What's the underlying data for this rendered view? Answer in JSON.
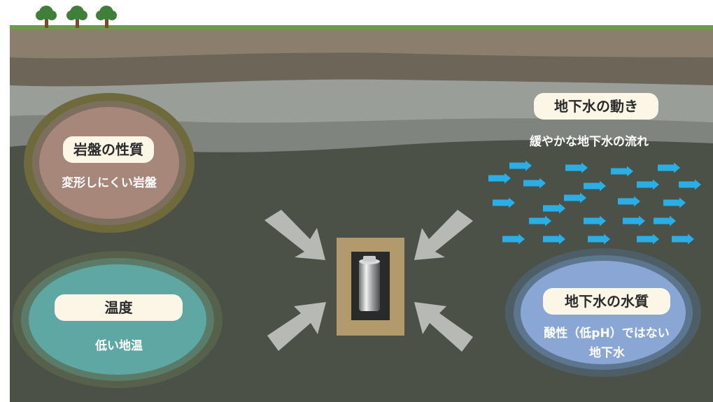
{
  "colors": {
    "grass": "#6f9a4a",
    "ground": "#4b5146",
    "rock_pill_bg": "#fbf6e6",
    "flow_arrow": "#29aee6",
    "pressure_arrow": "#b7b9b4",
    "repository": "#b39a6c"
  },
  "icons": [
    "tree-icon",
    "arrow-right-icon",
    "canister-icon"
  ],
  "rock": {
    "title": "岩盤の性質",
    "desc": "変形しにくい岩盤"
  },
  "temperature": {
    "title": "温度",
    "desc": "低い地温"
  },
  "groundwater_movement": {
    "title": "地下水の動き",
    "desc": "緩やかな地下水の流れ"
  },
  "groundwater_quality": {
    "title": "地下水の水質",
    "desc_line1": "酸性（低pH）ではない",
    "desc_line2": "地下水"
  }
}
